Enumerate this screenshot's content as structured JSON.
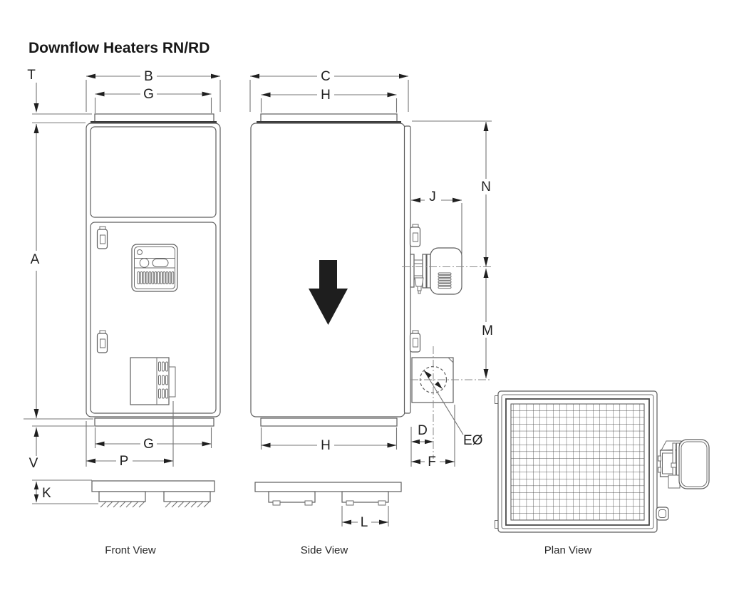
{
  "title": "Downflow Heaters RN/RD",
  "captions": {
    "front": "Front View",
    "side": "Side View",
    "plan": "Plan View"
  },
  "dims": {
    "T": "T",
    "B": "B",
    "G_top": "G",
    "A": "A",
    "V": "V",
    "K": "K",
    "G_bottom": "G",
    "P": "P",
    "C": "C",
    "H_top": "H",
    "H_bottom": "H",
    "J": "J",
    "N": "N",
    "M": "M",
    "D": "D",
    "E_dia": "EØ",
    "F": "F",
    "L": "L"
  },
  "colors": {
    "line": "#5e5e5e",
    "arrow": "#1e1e1e",
    "text": "#1f1f1f",
    "background": "#ffffff"
  }
}
